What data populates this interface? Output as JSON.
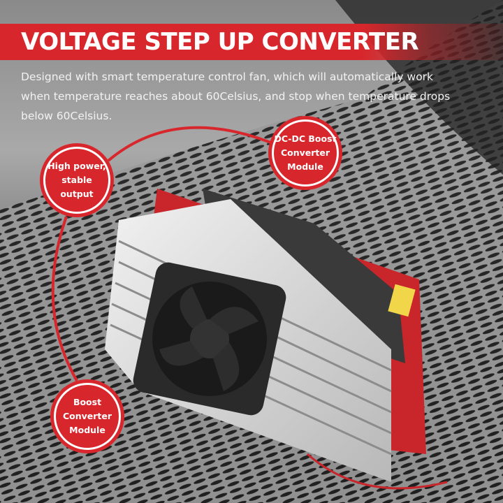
{
  "title": "VOLTAGE STEP UP CONVERTER",
  "description": "Designed with smart temperature control fan, which will automatically work when temperature reaches about 60Celsius, and stop when temperature drops below 60Celsius.",
  "badges": [
    {
      "label": "High power, stable output"
    },
    {
      "label": "DC-DC Boost Converter Module"
    },
    {
      "label": "Boost Converter Module"
    }
  ],
  "colors": {
    "accent": "#d8272c",
    "heatsink": "#d9d9d9",
    "board": "#c8262b",
    "fan": "#2a2a2a"
  }
}
